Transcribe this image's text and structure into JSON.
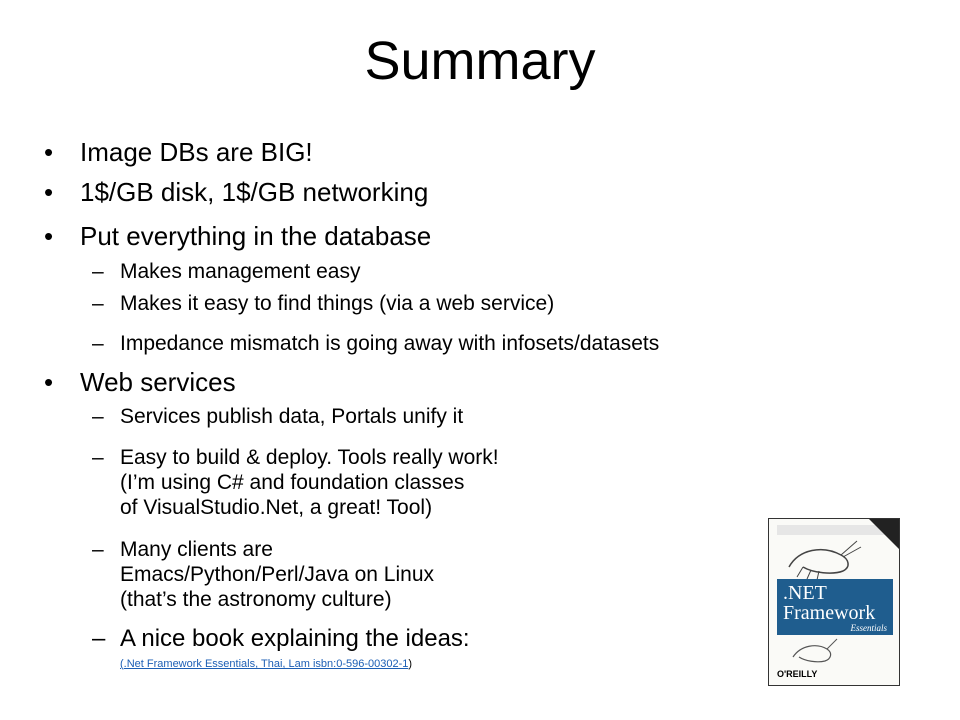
{
  "slide": {
    "title": "Summary",
    "bullets": [
      {
        "text": "Image DBs are BIG!"
      },
      {
        "text": "1$/GB disk, 1$/GB networking"
      },
      {
        "text": "Put everything in the database"
      },
      {
        "text": "Web services"
      }
    ],
    "sub_database": [
      "Makes management easy",
      "Makes it easy to find things (via a web service)",
      "Impedance mismatch is going away with infosets/datasets"
    ],
    "sub_web": [
      {
        "lines": [
          "Services publish data,  Portals unify it"
        ]
      },
      {
        "lines": [
          "Easy to build & deploy.  Tools really work!",
          "(I’m using C# and foundation classes",
          "of VisualStudio.Net, a great! Tool)"
        ]
      },
      {
        "lines": [
          "Many clients are",
          "Emacs/Python/Perl/Java on Linux",
          "(that’s the astronomy culture)"
        ]
      },
      {
        "lines": [
          "A nice book explaining the ideas:"
        ]
      }
    ],
    "book_link": {
      "open": "(",
      "text": ".Net Framework  Essentials, Thai,  Lam   isbn:0-596-00302-1",
      "close": ")"
    },
    "bullet_glyph": "•",
    "dash_glyph": "–"
  },
  "book_cover": {
    "title_line1": ".NET",
    "title_line2": "Framework",
    "subtitle": "Essentials",
    "publisher": "O'REILLY",
    "accent": "#1f5d8e"
  },
  "colors": {
    "link": "#1d5fb5",
    "text": "#000000",
    "background": "#ffffff"
  }
}
